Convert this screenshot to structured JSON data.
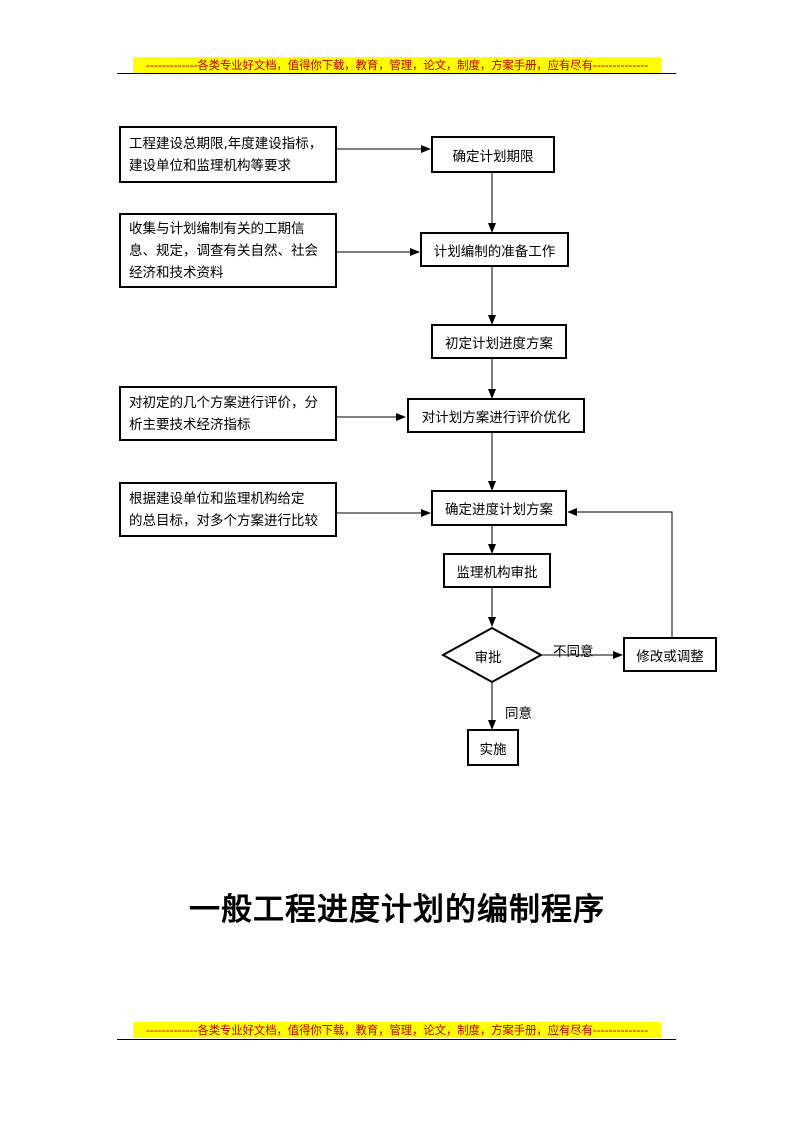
{
  "banner": {
    "text": "-------------各类专业好文档，值得你下载，教育，管理，论文，制度，方案手册，应有尽有--------------",
    "bg_color": "#ffff00",
    "text_color": "#c00000"
  },
  "flow": {
    "inputs": [
      {
        "lines": [
          "工程建设总期限,年度建设指标，",
          "建设单位和监理机构等要求"
        ]
      },
      {
        "lines": [
          "收集与计划编制有关的工期信",
          "息、规定，调查有关自然、社会",
          "经济和技术资料"
        ]
      },
      {
        "lines": [
          "对初定的几个方案进行评价，分",
          "析主要技术经济指标"
        ]
      },
      {
        "lines": [
          "根据建设单位和监理机构给定",
          "的总目标，对多个方案进行比较"
        ]
      }
    ],
    "steps": {
      "s1": "确定计划期限",
      "s2": "计划编制的准备工作",
      "s3": "初定计划进度方案",
      "s4": "对计划方案进行评价优化",
      "s5": "确定进度计划方案",
      "s6": "监理机构审批",
      "decision": "审批",
      "revise": "修改或调整",
      "implement": "实施"
    },
    "edges": {
      "reject": "不同意",
      "approve": "同意"
    }
  },
  "title": "一般工程进度计划的编制程序"
}
